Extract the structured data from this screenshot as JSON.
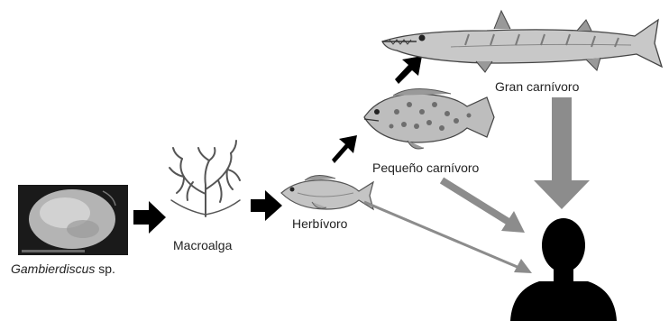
{
  "organisms": {
    "microalga": {
      "name_italic": "Gambierdiscus",
      "name_suffix": " sp.",
      "icon": "dinoflagellate-micrograph"
    },
    "macroalga": {
      "label": "Macroalga",
      "icon": "seaweed-icon"
    },
    "herbivore": {
      "label": "Herbívoro",
      "icon": "parrotfish-icon"
    },
    "small_carnivore": {
      "label": "Pequeño carnívoro",
      "icon": "grouper-icon"
    },
    "large_carnivore": {
      "label": "Gran carnívoro",
      "icon": "barracuda-icon"
    },
    "human": {
      "icon": "human-silhouette-icon"
    }
  },
  "colors": {
    "food_chain_arrow": "#000000",
    "to_human_arrow": "#8c8c8c",
    "micrograph_bg": "#1a1a1a"
  }
}
